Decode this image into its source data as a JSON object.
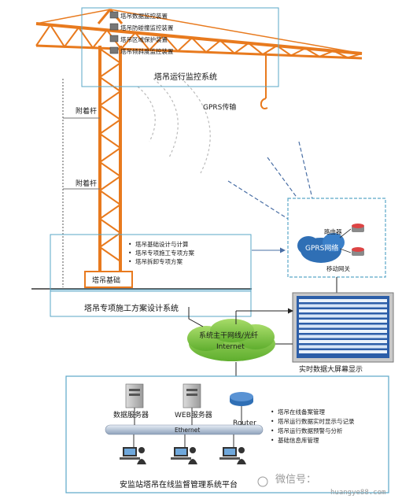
{
  "crane": {
    "devices": [
      "塔吊数据监控装置",
      "塔吊防碰撞监控装置",
      "塔吊区域保护装置",
      "塔吊倾斜度监控装置"
    ],
    "monitor_system_label": "塔吊运行监控系统",
    "gprs_label": "GPRS传输",
    "tie_rod_label_1": "附着杆",
    "tie_rod_label_2": "附着杆",
    "foundation_label": "塔吊基础"
  },
  "design": {
    "items": [
      "塔吊基础设计与计算",
      "塔吊专项施工专项方案",
      "塔吊拆卸专项方案"
    ],
    "system_label": "塔吊专项施工方案设计系统"
  },
  "gprs_network": {
    "router_label": "路由器",
    "network_label": "GPRS网络",
    "gateway_label": "移动网关"
  },
  "internet": {
    "backbone_label": "系统主干网线/光纤",
    "internet_label": "Internet"
  },
  "screen": {
    "label": "实时数据大屏幕显示"
  },
  "platform": {
    "data_server_label": "数据服务器",
    "web_server_label": "WEB服务器",
    "router_label": "Router",
    "ethernet_label": "Ethernet",
    "functions": [
      "塔吊在线备案管理",
      "塔吊运行数据实时显示与记录",
      "塔吊运行数据预警与分析",
      "基础信息库管理"
    ],
    "title": "安监站塔吊在线监督管理系统平台"
  },
  "watermark": {
    "line1": "微信号：",
    "line2": "huangye88.com"
  },
  "colors": {
    "crane": "#e87a1e",
    "box_border": "#5aa7c7",
    "cloud": "#7cc242",
    "arrow": "#4a6fa5"
  }
}
